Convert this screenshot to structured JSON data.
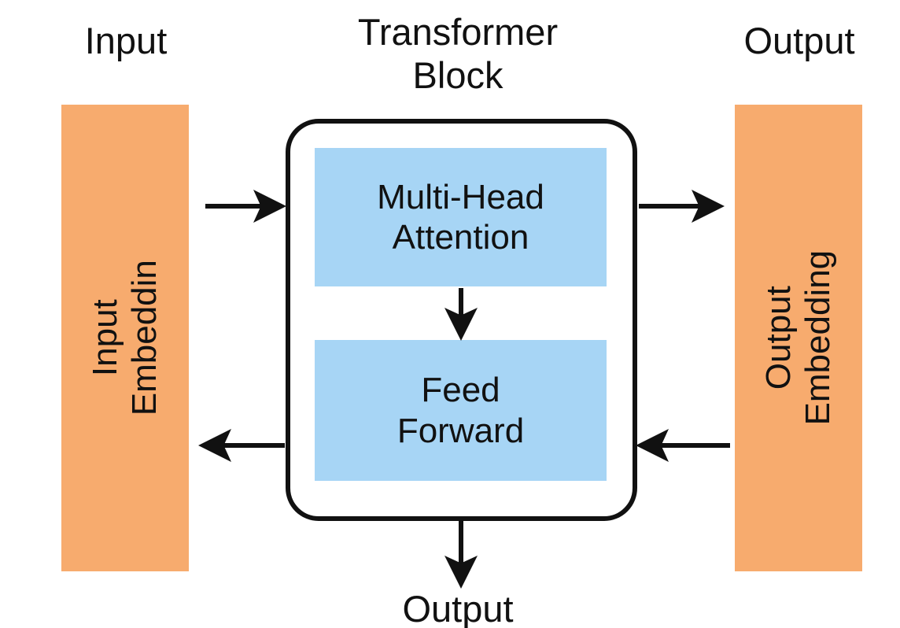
{
  "diagram": {
    "title_center": "Transformer\nBlock",
    "caption_input": "Input",
    "caption_output_top": "Output",
    "caption_output_bottom": "Output",
    "input_embedding_label": "Input\nEmbeddin",
    "output_embedding_label": "Output\nEmbedding",
    "attention_label": "Multi-Head\nAttention",
    "feedforward_label": "Feed\nForward",
    "colors": {
      "embedding_orange": "#F7AB6E",
      "sublayer_blue": "#A7D5F5",
      "stroke_black": "#111111",
      "background": "#FFFFFF"
    },
    "arrows": [
      {
        "name": "input-to-block",
        "direction": "right"
      },
      {
        "name": "block-to-output",
        "direction": "right"
      },
      {
        "name": "block-to-input",
        "direction": "left"
      },
      {
        "name": "output-to-block",
        "direction": "left"
      },
      {
        "name": "attention-to-feedforward",
        "direction": "down"
      },
      {
        "name": "block-to-output-bottom",
        "direction": "down"
      }
    ]
  }
}
